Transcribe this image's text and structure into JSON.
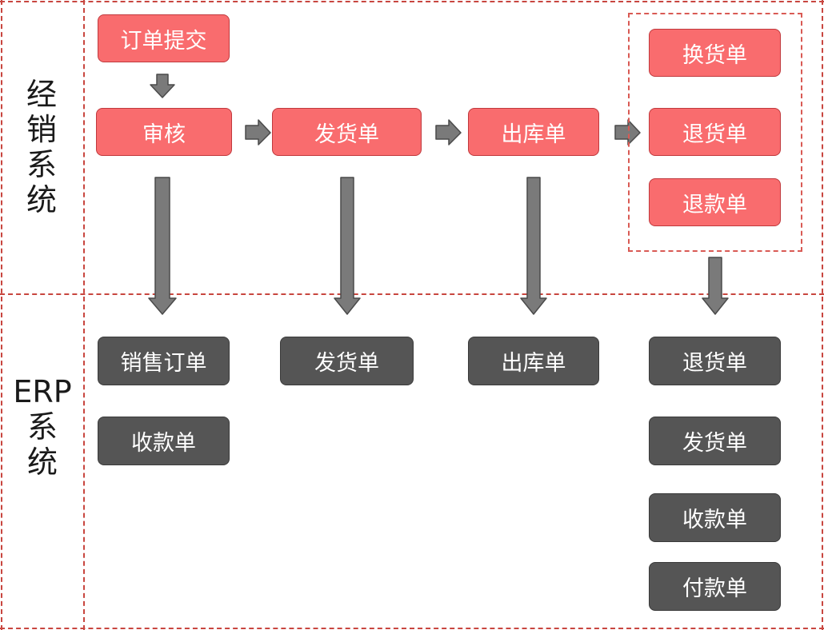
{
  "lanes": {
    "top_label": "经\n销\n系\n统",
    "bottom_label": "ERP\n系\n统"
  },
  "top_flow": {
    "order_submit": "订单提交",
    "review": "审核",
    "delivery_order": "发货单",
    "outbound_order": "出库单",
    "exchange_order": "换货单",
    "return_order": "退货单",
    "refund_order": "退款单"
  },
  "erp_docs": {
    "sales_order": "销售订单",
    "receipt": "收款单",
    "delivery_order": "发货单",
    "outbound_order": "出库单",
    "return_order": "退货单",
    "delivery_order_2": "发货单",
    "receipt_2": "收款单",
    "payment": "付款单"
  },
  "colors": {
    "red_box": "#f96c6e",
    "gray_box": "#555555",
    "divider": "#c8463f",
    "arrow": "#7a7a7a"
  }
}
